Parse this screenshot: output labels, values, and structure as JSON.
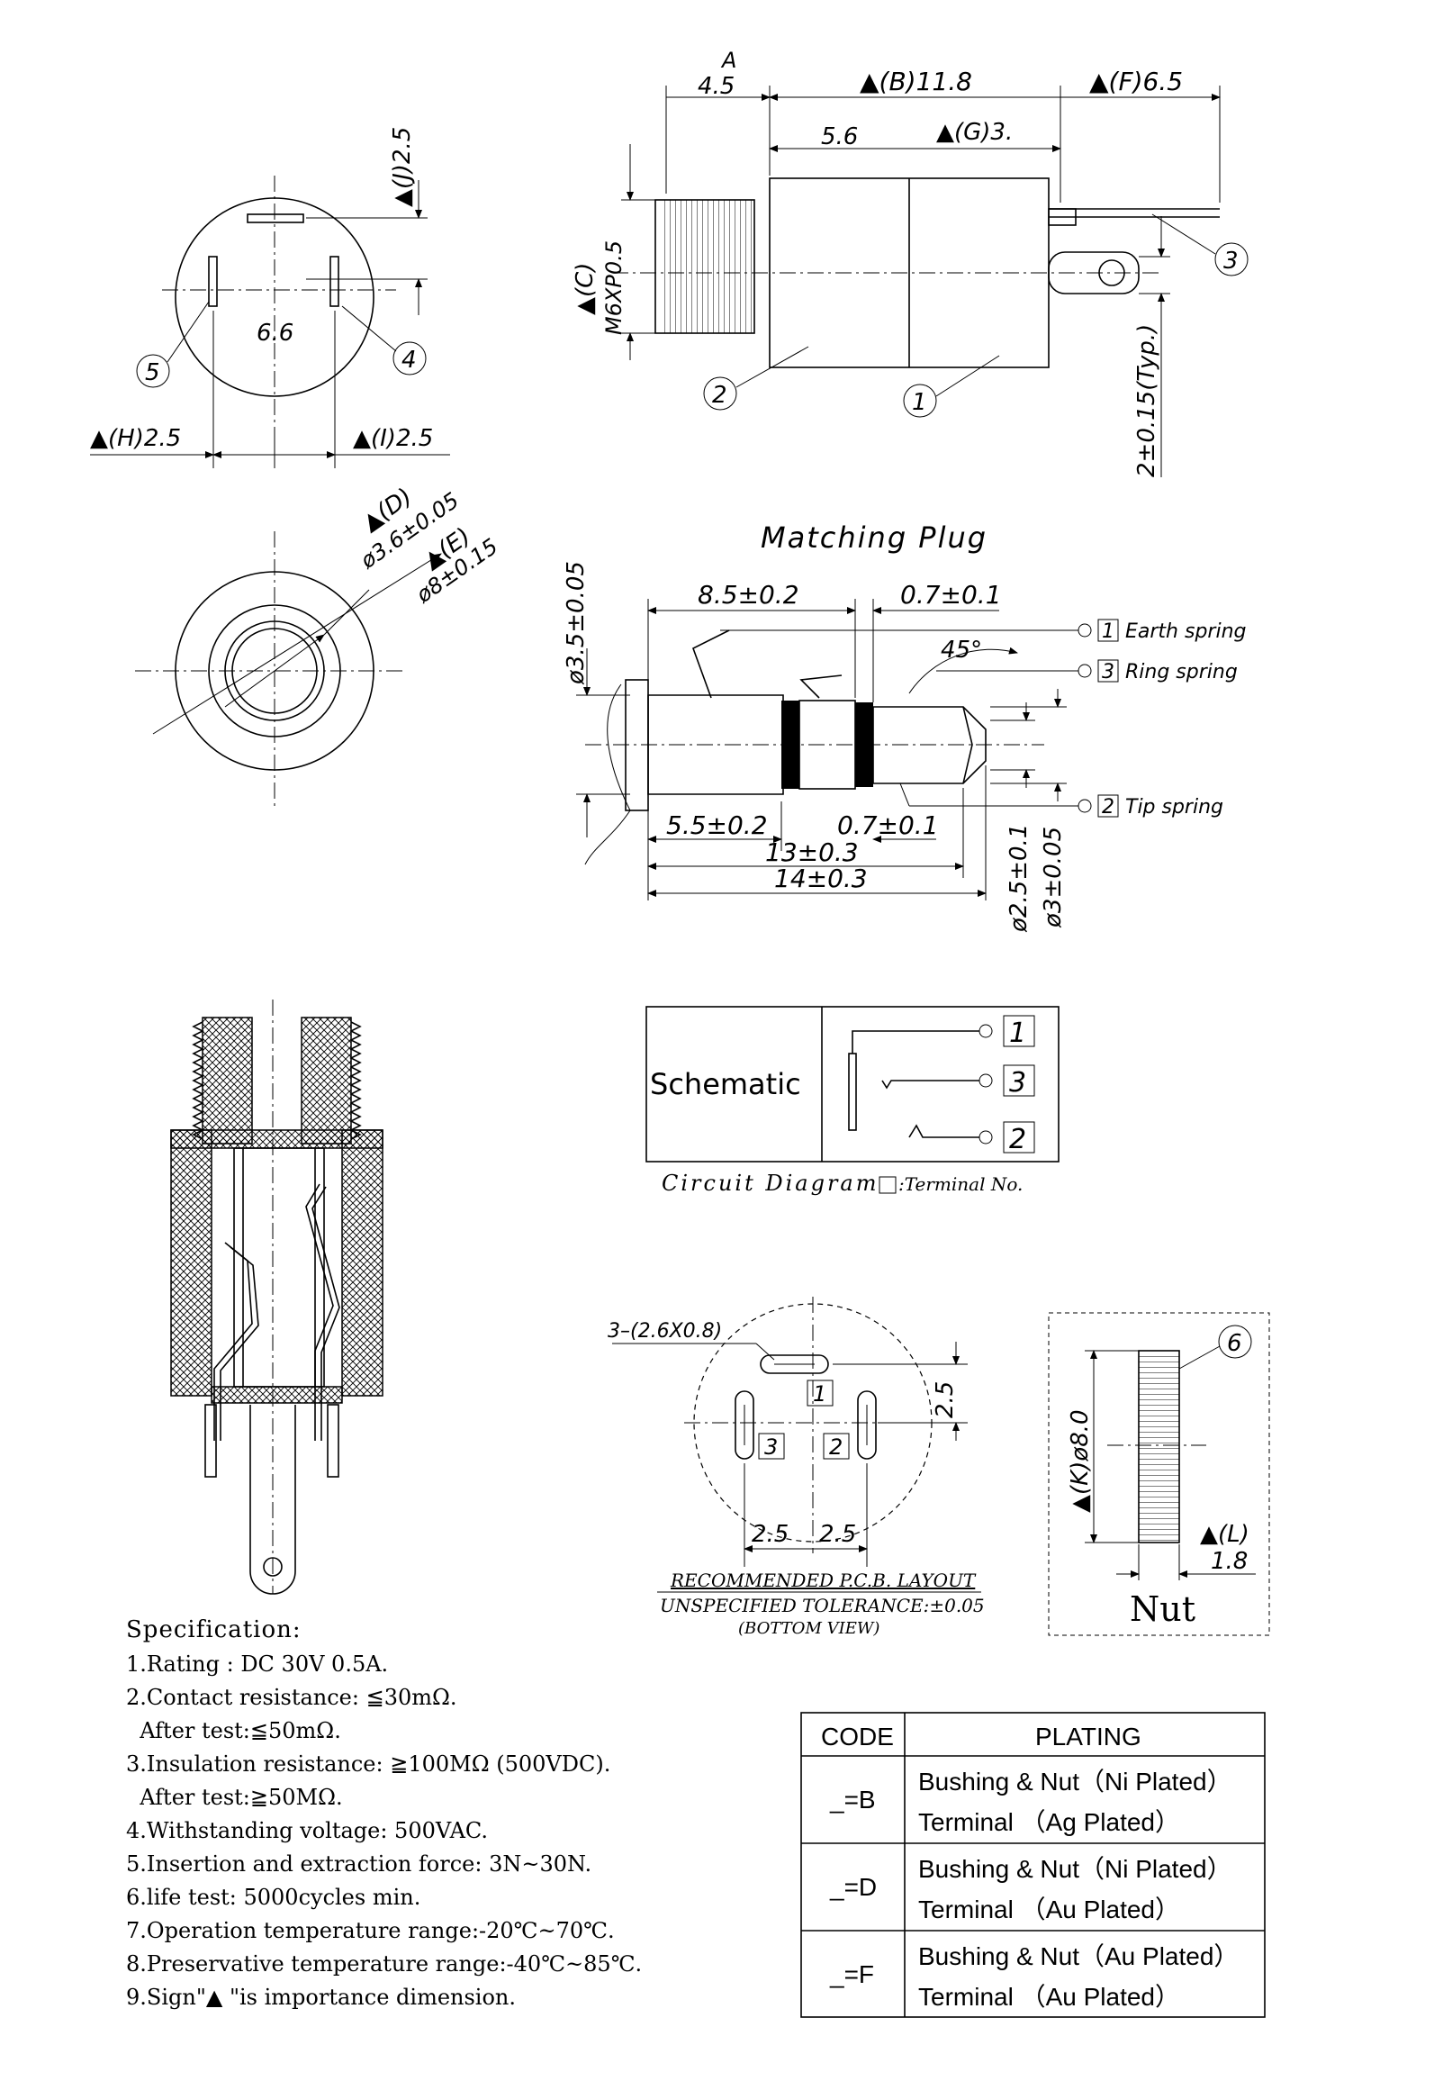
{
  "side_view": {
    "dim_A_letter": "A",
    "dim_A": "4.5",
    "dim_B": "▲(B)11.8",
    "dim_F": "▲(F)6.5",
    "dim_56": "5.6",
    "dim_G": "▲(G)3.",
    "dim_C": "▲(C)",
    "thread": "M6XP0.5",
    "dim_typ": "2±0.15(Typ.)",
    "callout_1": "1",
    "callout_2": "2",
    "callout_3": "3"
  },
  "top_view": {
    "dim_J": "▲(J)2.5",
    "dim_66": "6.6",
    "dim_H": "▲(H)2.5",
    "dim_I": "▲(I)2.5",
    "callout_4": "4",
    "callout_5": "5"
  },
  "front_view": {
    "dim_D": "▲(D)",
    "dim_D_val": "ø3.6±0.05",
    "dim_E": "▲(E)",
    "dim_E_val": "ø8±0.15"
  },
  "plug": {
    "title": "Matching Plug",
    "d35": "ø3.5±0.05",
    "d85": "8.5±0.2",
    "d07a": "0.7±0.1",
    "angle": "45°",
    "earth_num": "1",
    "earth": "Earth spring",
    "ring_num": "3",
    "ring": "Ring spring",
    "tip_num": "2",
    "tip": "Tip spring",
    "d55": "5.5±0.2",
    "d07b": "0.7±0.1",
    "d13": "13±0.3",
    "d14": "14±0.3",
    "d25": "ø2.5±0.1",
    "d3": "ø3±0.05"
  },
  "schematic": {
    "label": "Schematic",
    "t1": "1",
    "t3": "3",
    "t2": "2",
    "caption": "Circuit Diagram",
    "caption_note": ":Terminal No."
  },
  "pcb": {
    "holes": "3–(2.6X0.8)",
    "p1": "1",
    "p3": "3",
    "p2": "2",
    "d25v": "2.5",
    "d25a": "2.5",
    "d25b": "2.5",
    "note1": "RECOMMENDED P.C.B. LAYOUT",
    "note2": "UNSPECIFIED TOLERANCE:±0.05",
    "note3": "(BOTTOM VIEW)"
  },
  "nut": {
    "callout_6": "6",
    "dim_K": "▲(K)ø8.0",
    "dim_L": "▲(L)",
    "dim_18": "1.8",
    "label": "Nut"
  },
  "spec": {
    "title": "Specification:",
    "lines": [
      "1.Rating : DC 30V 0.5A.",
      "2.Contact resistance: ≦30mΩ.",
      "  After test:≦50mΩ.",
      "3.Insulation resistance: ≧100MΩ (500VDC).",
      "  After test:≧50MΩ.",
      "4.Withstanding voltage: 500VAC.",
      "5.Insertion and extraction force: 3N~30N.",
      "6.life test: 5000cycles min.",
      "7.Operation temperature range:-20℃~70℃.",
      "8.Preservative temperature range:-40℃~85℃.",
      "9.Sign\"▲ \"is importance dimension."
    ]
  },
  "plating_table": {
    "header_code": "CODE",
    "header_plating": "PLATING",
    "rows": [
      {
        "code": "_=B",
        "line1": "Bushing & Nut（Ni Plated）",
        "line2": "Terminal （Ag Plated）"
      },
      {
        "code": "_=D",
        "line1": "Bushing & Nut（Ni Plated）",
        "line2": "Terminal （Au Plated）"
      },
      {
        "code": "_=F",
        "line1": "Bushing & Nut（Au Plated）",
        "line2": "Terminal （Au Plated）"
      }
    ]
  }
}
